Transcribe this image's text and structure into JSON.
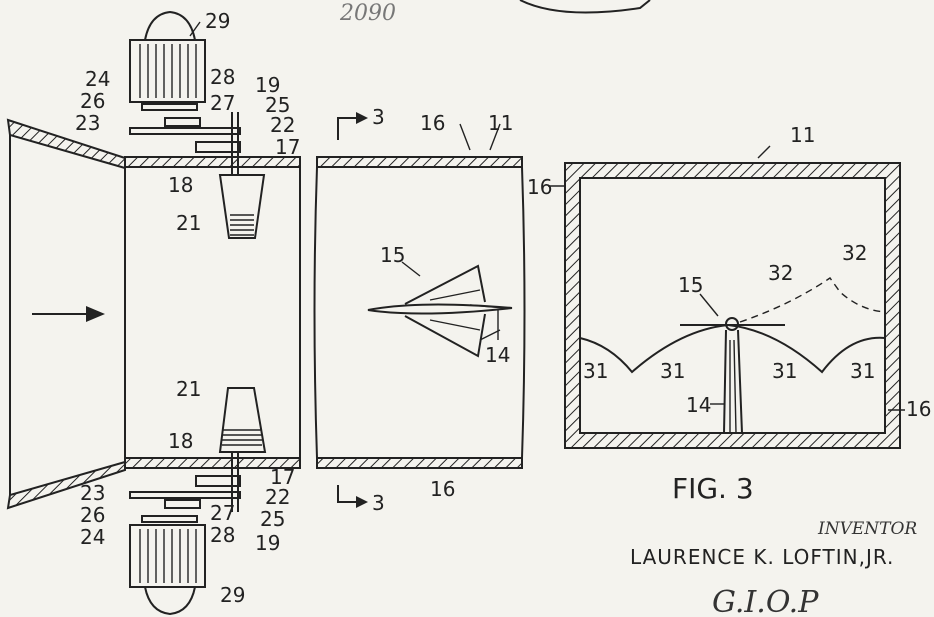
{
  "figure": {
    "caption": "FIG. 3",
    "inventor_heading": "INVENTOR",
    "inventor_name": "LAURENCE K. LOFTIN,JR.",
    "signature": "G.I.O.P",
    "top_scrawl": "2090"
  },
  "labels": {
    "n29_top": "29",
    "n28_top": "28",
    "n27_top": "27",
    "n19_top": "19",
    "n25_top": "25",
    "n22_top": "22",
    "n17_top": "17",
    "n24_top": "24",
    "n26_top": "26",
    "n23_top": "23",
    "n18_top": "18",
    "n21_top": "21",
    "n3_top": "3",
    "n16_mid": "16",
    "n11_mid": "11",
    "n15_mid": "15",
    "n14_mid": "14",
    "n3_bot": "3",
    "n16_bot": "16",
    "n21_bot": "21",
    "n18_bot": "18",
    "n17_bot": "17",
    "n23_bot": "23",
    "n22_bot": "22",
    "n26_bot": "26",
    "n27_bot": "27",
    "n25_bot": "25",
    "n24_bot": "24",
    "n28_bot": "28",
    "n19_bot": "19",
    "n29_bot": "29",
    "n11_fig3": "11",
    "n16_fig3_left": "16",
    "n15_fig3": "15",
    "n32_a": "32",
    "n32_b": "32",
    "n31_a": "31",
    "n31_b": "31",
    "n31_c": "31",
    "n31_d": "31",
    "n14_fig3": "14",
    "n16_fig3_right": "16"
  }
}
